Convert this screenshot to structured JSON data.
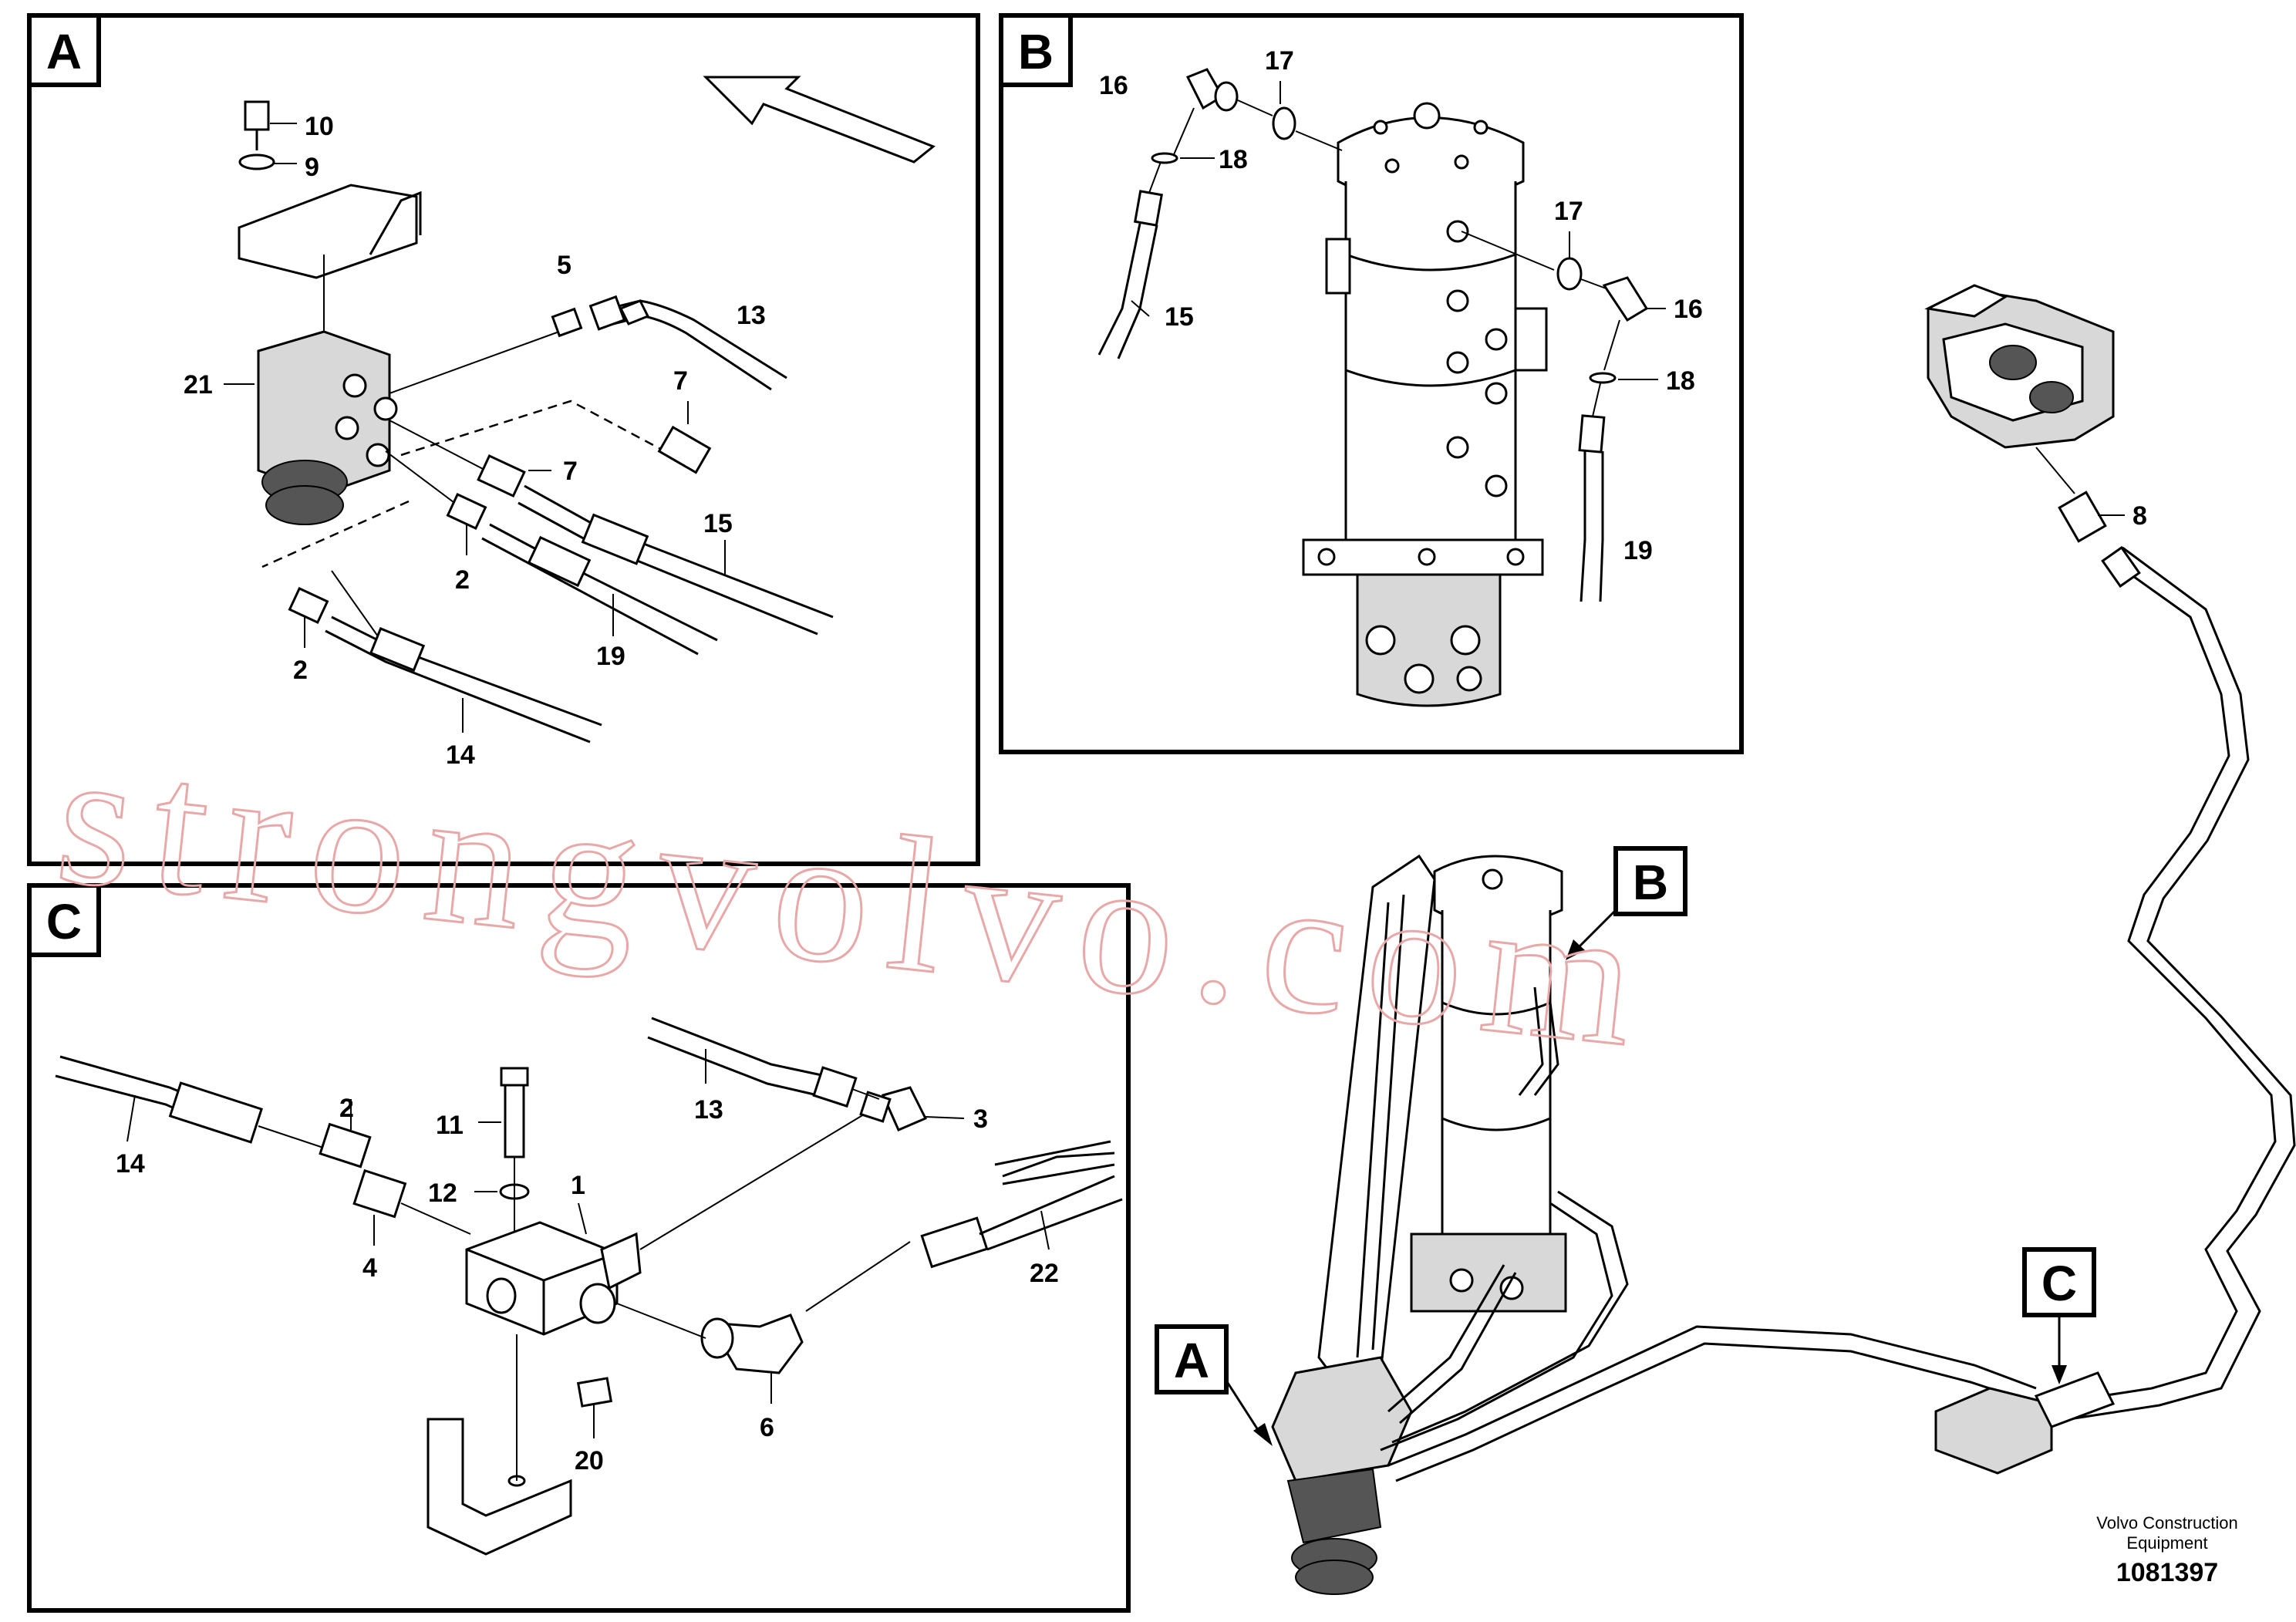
{
  "panels": [
    {
      "id": "A",
      "label": "A"
    },
    {
      "id": "B",
      "label": "B"
    },
    {
      "id": "C",
      "label": "C"
    }
  ],
  "callouts_main": [
    "A",
    "B",
    "C"
  ],
  "labels_a": [
    "10",
    "9",
    "5",
    "13",
    "21",
    "7",
    "7",
    "15",
    "2",
    "19",
    "2",
    "14"
  ],
  "labels_b": [
    "16",
    "17",
    "18",
    "15",
    "17",
    "16",
    "18",
    "19"
  ],
  "labels_c": [
    "2",
    "14",
    "11",
    "12",
    "1",
    "13",
    "3",
    "4",
    "22",
    "6",
    "20"
  ],
  "labels_main": [
    "8"
  ],
  "watermark": "strongvolvo.com",
  "credit": {
    "line1": "Volvo Construction",
    "line2": "Equipment"
  },
  "doc_number": "1081397",
  "colors": {
    "line": "#000000",
    "watermark": "#e8a8a8",
    "background": "#ffffff"
  }
}
